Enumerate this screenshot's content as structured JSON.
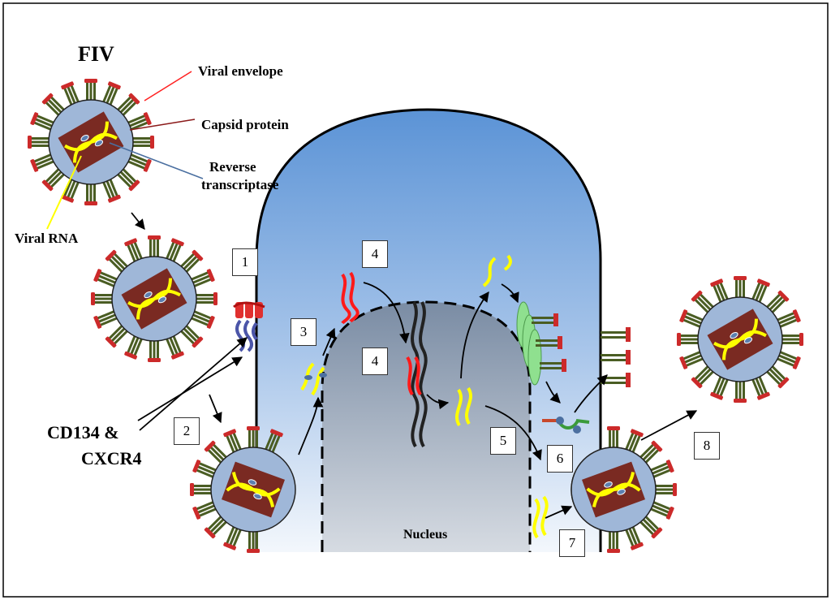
{
  "title": "FIV",
  "labels": {
    "viral_envelope": "Viral envelope",
    "capsid_protein": "Capsid protein",
    "reverse_transcriptase_line1": "Reverse",
    "reverse_transcriptase_line2": "transcriptase",
    "viral_rna": "Viral RNA",
    "receptors_line1": "CD134 &",
    "receptors_line2": "CXCR4",
    "nucleus": "Nucleus"
  },
  "steps": [
    "1",
    "2",
    "3",
    "4",
    "4",
    "5",
    "6",
    "7",
    "8"
  ],
  "colors": {
    "cytoplasm_top": "#5b93d6",
    "cytoplasm_bottom": "#eef3fa",
    "nucleus_top": "#7d8fa6",
    "nucleus_bottom": "#d3d8df",
    "virion_core": "#9fb7d8",
    "capsid": "#7a2a22",
    "spike": "#4a5d23",
    "spike_cap": "#cc2a2a",
    "viral_rna": "#ffff00",
    "dna_red": "#ff1a1a",
    "dna_black": "#222222",
    "ribosome": "#8fe08f"
  }
}
